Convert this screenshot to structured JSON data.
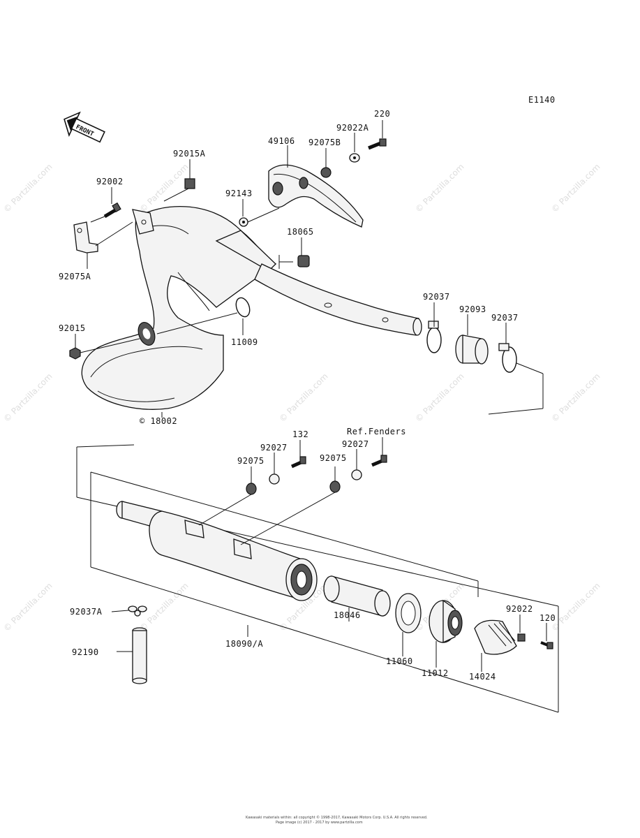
{
  "diagram_code": "E1140",
  "front_label": "FRONT",
  "watermark": "© Partzilla.com",
  "footer": {
    "line1": "Kawasaki materials within: all copyright © 1998-2017, Kawasaki Motors Corp. U.S.A. All rights reserved.",
    "line2": "Page image (c) 2017 - 2017 by www.partzilla.com"
  },
  "parts": {
    "p220": "220",
    "p92022A": "92022A",
    "p49106": "49106",
    "p92075B": "92075B",
    "p92015A": "92015A",
    "p92002": "92002",
    "p92143": "92143",
    "p18065": "18065",
    "p92075A": "92075A",
    "p92037_a": "92037",
    "p92093": "92093",
    "p92037_b": "92037",
    "p92015": "92015",
    "p11009": "11009",
    "p18002": "© 18002",
    "ref_fenders": "Ref.Fenders",
    "p132": "132",
    "p92027_a": "92027",
    "p92027_b": "92027",
    "p92075_a": "92075",
    "p92075_b": "92075",
    "p92037A": "92037A",
    "p92022": "92022",
    "p120": "120",
    "p18046": "18046",
    "p18090A": "18090/A",
    "p11060": "11060",
    "p11012": "11012",
    "p14024": "14024",
    "p92190": "92190"
  }
}
